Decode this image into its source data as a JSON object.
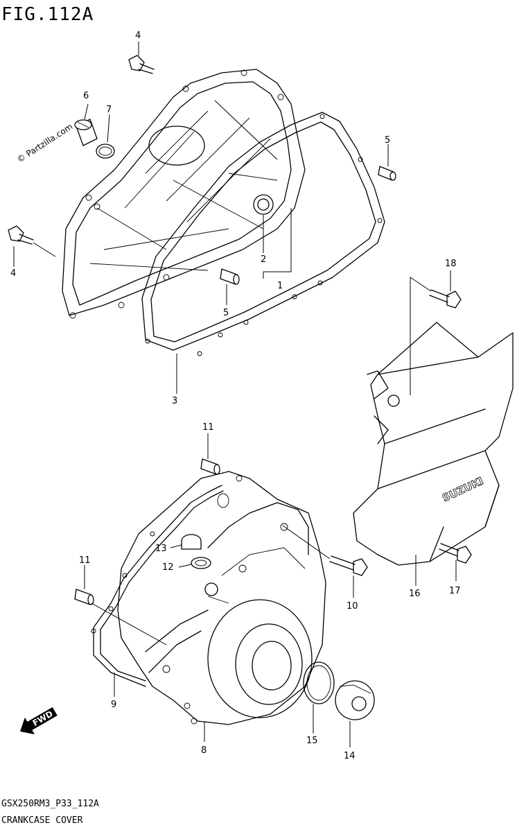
{
  "figure_title": "FIG.112A",
  "watermark": "© Partzilla.com",
  "brand_mark": "SUZUKI",
  "direction_label": "FWD",
  "footer": {
    "code": "GSX250RM3_P33_112A",
    "name": "CRANKCASE COVER"
  },
  "callouts": [
    "1",
    "2",
    "3",
    "4",
    "4",
    "5",
    "5",
    "6",
    "7",
    "8",
    "9",
    "10",
    "11",
    "11",
    "12",
    "13",
    "14",
    "15",
    "16",
    "17",
    "18"
  ]
}
